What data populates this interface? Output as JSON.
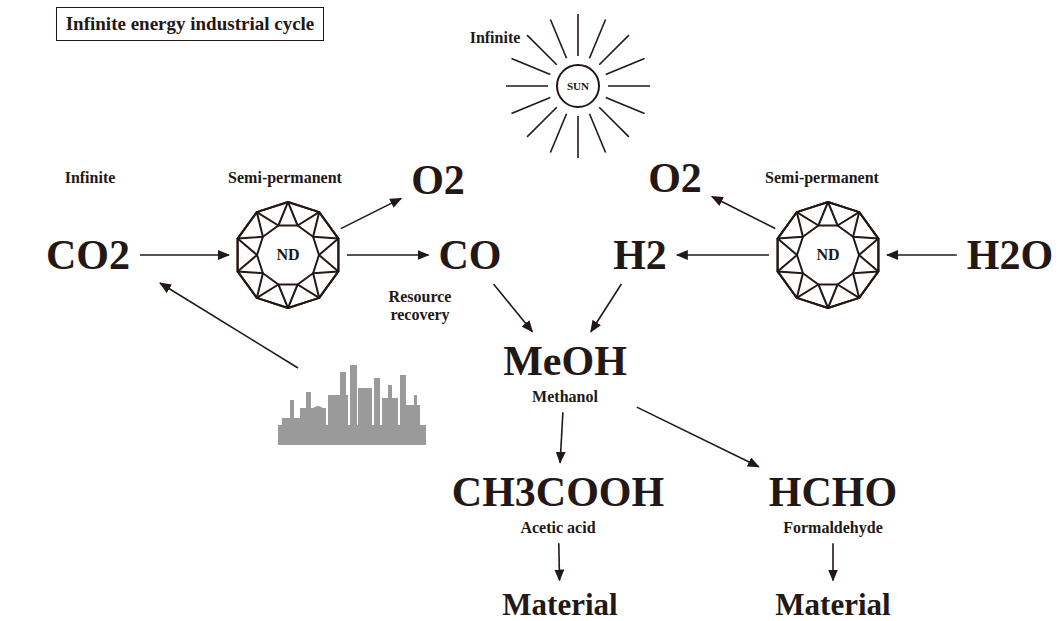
{
  "diagram": {
    "title": "Infinite energy industrial cycle",
    "nodes": [
      {
        "text": [
          "Infinite energy industrial cycle"
        ]
      },
      {
        "text": [
          "SUN"
        ]
      },
      {
        "text": [
          "O2"
        ]
      },
      {
        "text": [
          "O2"
        ]
      },
      {
        "text": [
          "CO2"
        ]
      },
      {
        "text": [
          "ND"
        ]
      },
      {
        "text": [
          "CO"
        ]
      },
      {
        "text": [
          "H2"
        ]
      },
      {
        "text": [
          "ND"
        ]
      },
      {
        "text": [
          "H2O"
        ]
      },
      {
        "text": [
          "MeOH",
          "Methanol"
        ]
      },
      {
        "text": [
          "CH3COOH",
          "Acetic acid"
        ]
      },
      {
        "text": [
          "HCHO",
          "Formaldehyde"
        ]
      },
      {
        "text": [
          "Material"
        ]
      },
      {
        "text": [
          "Material"
        ]
      }
    ],
    "edges": [
      {
        "from": 4,
        "to": 5,
        "arrow": "to"
      },
      {
        "from": 5,
        "to": 2,
        "arrow": "to"
      },
      {
        "from": 5,
        "to": 6,
        "arrow": "to"
      },
      {
        "from": 9,
        "to": 8,
        "arrow": "to"
      },
      {
        "from": 8,
        "to": 3,
        "arrow": "to"
      },
      {
        "from": 8,
        "to": 7,
        "arrow": "to"
      },
      {
        "from": 6,
        "to": 10,
        "arrow": "to"
      },
      {
        "from": 7,
        "to": 10,
        "arrow": "to"
      },
      {
        "from": 10,
        "to": 11,
        "arrow": "to"
      },
      {
        "from": 10,
        "to": 12,
        "arrow": "to"
      },
      {
        "from": 11,
        "to": 13,
        "arrow": "to"
      },
      {
        "from": 12,
        "to": 14,
        "arrow": "to"
      }
    ],
    "labels": [
      "Infinite",
      "Infinite",
      "Semi-permanent",
      "Semi-permanent",
      "Resource recovery"
    ]
  }
}
